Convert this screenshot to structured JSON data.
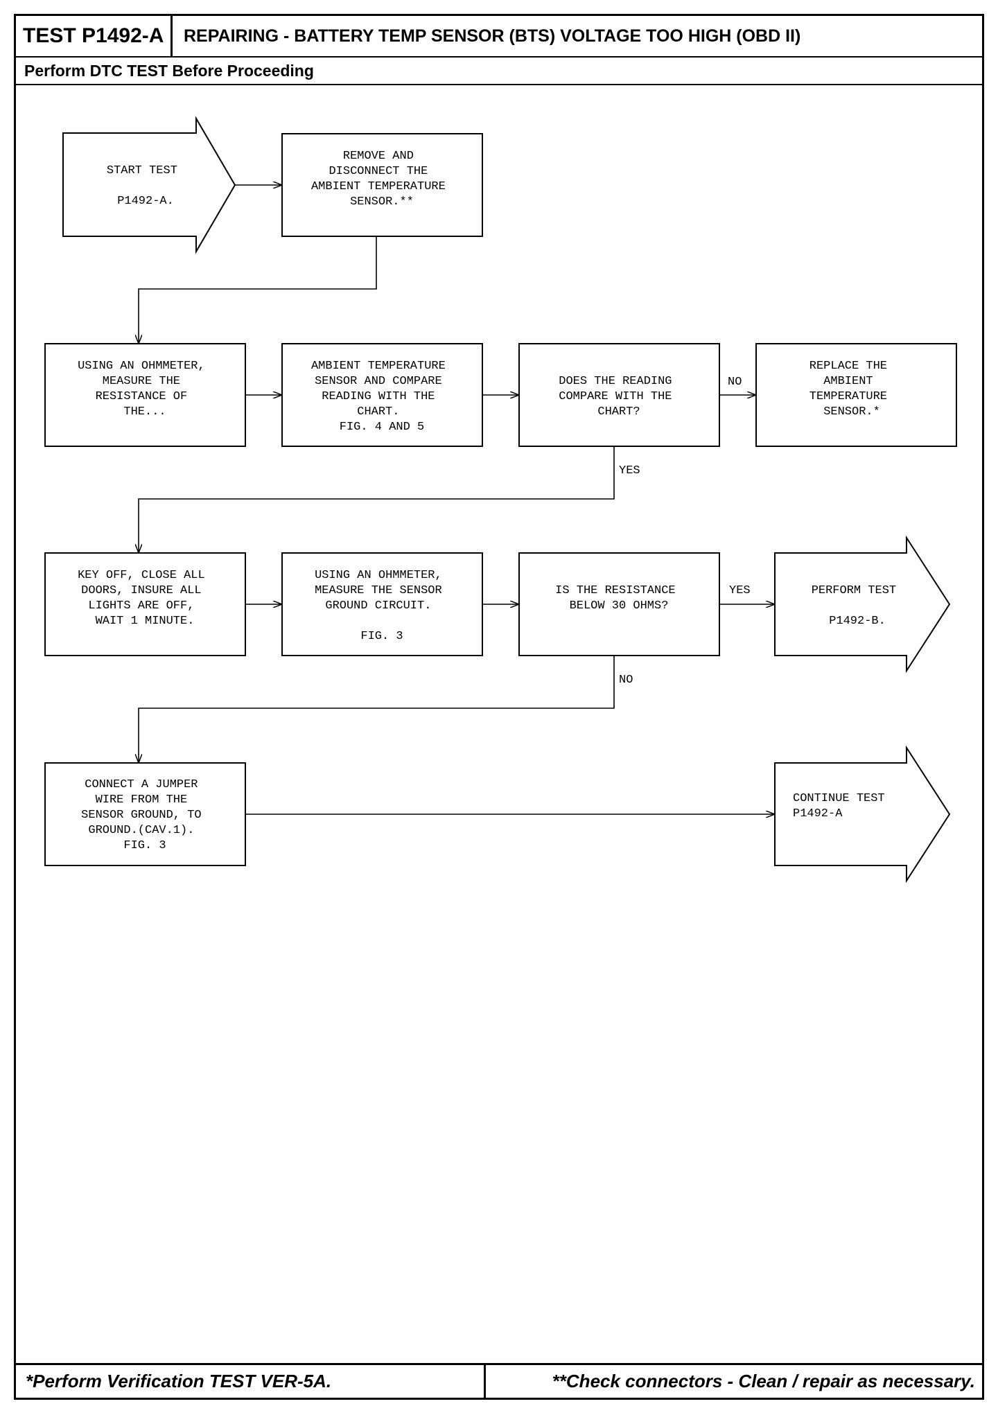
{
  "header": {
    "test_id": "TEST P1492-A",
    "title": "REPAIRING - BATTERY TEMP SENSOR (BTS) VOLTAGE TOO HIGH (OBD II)",
    "subtitle": "Perform DTC TEST Before Proceeding"
  },
  "flow": {
    "start": [
      "START TEST",
      "",
      "P1492-A."
    ],
    "remove": [
      "REMOVE AND",
      "DISCONNECT THE",
      "AMBIENT TEMPERATURE",
      "SENSOR.**"
    ],
    "ohm1": [
      "USING AN OHMMETER,",
      "MEASURE THE",
      "RESISTANCE OF",
      "THE..."
    ],
    "ambient": [
      "AMBIENT TEMPERATURE",
      "SENSOR AND COMPARE",
      "READING WITH THE",
      "CHART.",
      "FIG. 4 AND 5"
    ],
    "does": [
      "DOES THE READING",
      "COMPARE WITH THE",
      "CHART?"
    ],
    "replace": [
      "REPLACE THE",
      "AMBIENT",
      "TEMPERATURE",
      "SENSOR.*"
    ],
    "keyoff": [
      "KEY OFF, CLOSE ALL",
      "DOORS, INSURE ALL",
      "LIGHTS ARE OFF,",
      "WAIT 1 MINUTE."
    ],
    "ohm2": [
      "USING AN OHMMETER,",
      "MEASURE THE SENSOR",
      "GROUND CIRCUIT.",
      "",
      "FIG. 3"
    ],
    "isres": [
      "IS THE RESISTANCE",
      "BELOW 30 OHMS?"
    ],
    "perform": [
      "PERFORM TEST",
      "",
      "P1492-B."
    ],
    "connect": [
      "CONNECT A JUMPER",
      "WIRE FROM THE",
      "SENSOR GROUND, TO",
      "GROUND.(CAV.1).",
      "FIG. 3"
    ],
    "continue": [
      "CONTINUE TEST",
      "P1492-A"
    ],
    "labels": {
      "no1": "NO",
      "yes1": "YES",
      "yes2": "YES",
      "no2": "NO"
    }
  },
  "footer": {
    "left": "*Perform Verification TEST VER-5A.",
    "right": "**Check connectors - Clean / repair as necessary."
  }
}
